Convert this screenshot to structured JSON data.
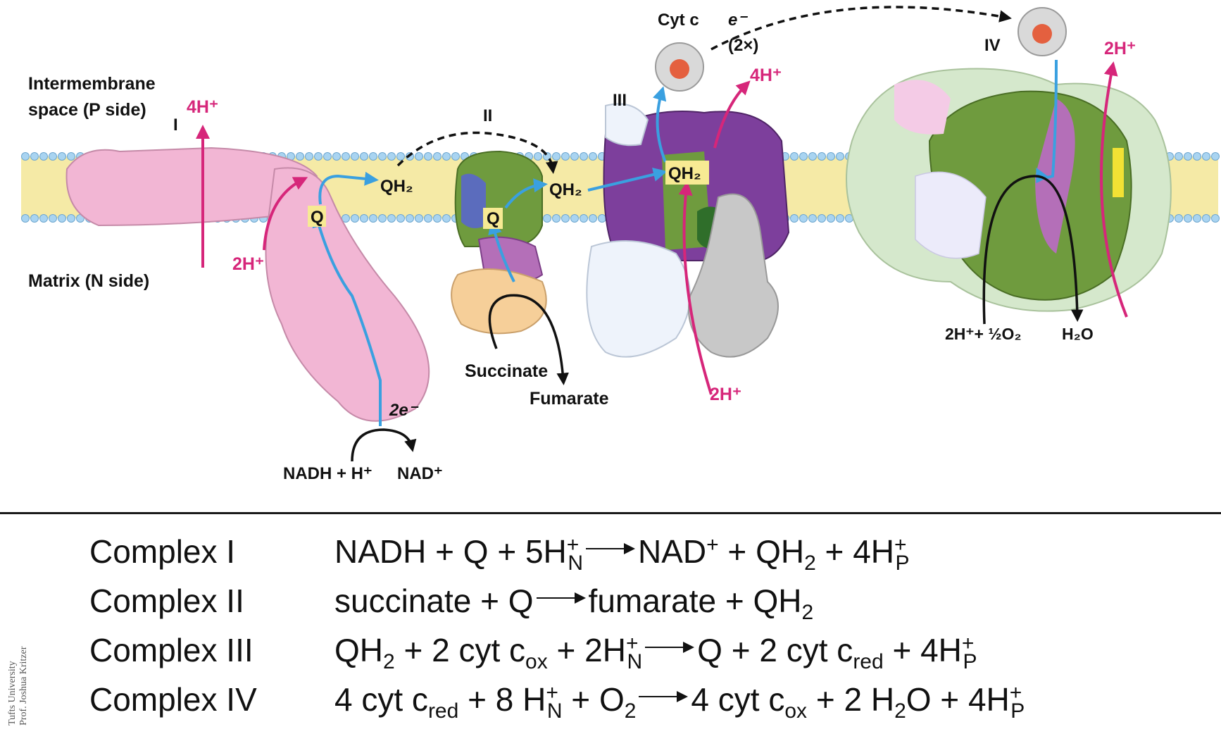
{
  "diagram": {
    "regions": {
      "intermembrane_line1": "Intermembrane",
      "intermembrane_line2": "space (P side)",
      "matrix": "Matrix (N side)"
    },
    "complexes": {
      "I": "I",
      "II": "II",
      "III": "III",
      "IV": "IV"
    },
    "labels": {
      "cyt_c": "Cyt c",
      "electron": "e⁻",
      "times_two": "(2×)",
      "c1_4h": "4H⁺",
      "c1_2h": "2H⁺",
      "q1": "Q",
      "qh2_1": "QH₂",
      "q2": "Q",
      "qh2_2": "QH₂",
      "qh2_3": "QH₂",
      "two_e": "2e⁻",
      "nadh": "NADH + H⁺",
      "nad": "NAD⁺",
      "succinate": "Succinate",
      "fumarate": "Fumarate",
      "c3_4h": "4H⁺",
      "c3_2h": "2H⁺",
      "c4_2h": "2H⁺",
      "c4_o2": "2H⁺+ ½O₂",
      "h2o": "H₂O"
    },
    "colors": {
      "proton": "#d6267a",
      "electron_path": "#3aa0e0",
      "membrane": "#f5eaa6",
      "lipid_head": "#a9d4f1",
      "complex_I": "#f2b6d4",
      "green": "#6f9b3e",
      "purple": "#7d3f9c",
      "grey": "#c8c8c8"
    }
  },
  "equations": [
    {
      "label": "Complex I",
      "left": "NADH + Q + 5H",
      "left_sup": "+",
      "left_sub": "N",
      "right": "NAD",
      "right_sup": "+",
      "right_mid": " + QH",
      "right_sub": "2",
      "right_end": " + 4H",
      "end_sup": "+",
      "end_sub": "P"
    },
    {
      "label": "Complex II",
      "left": "succinate + Q",
      "right": "fumarate + QH",
      "right_sub": "2"
    },
    {
      "label": "Complex III",
      "a": "QH",
      "a_sub": "2",
      "b": " + 2 cyt c",
      "b_sub": "ox",
      "c": " + 2H",
      "c_sup": "+",
      "c_sub": "N",
      "d": "Q + 2 cyt c",
      "d_sub": "red",
      "e": " + 4H",
      "e_sup": "+",
      "e_sub": "P"
    },
    {
      "label": "Complex IV",
      "a": "4 cyt c",
      "a_sub": "red",
      "b": " + 8 H",
      "b_sup": "+",
      "b_sub": "N",
      "c": " + O",
      "c_sub": "2",
      "d": "4 cyt c",
      "d_sub": "ox",
      "e": " + 2 H",
      "e_sub": "2",
      "f": "O + 4H",
      "f_sup": "+",
      "f_sub": "P"
    }
  ],
  "credit": {
    "line1": "Tufts University",
    "line2": "Prof. Joshua Kritzer"
  }
}
